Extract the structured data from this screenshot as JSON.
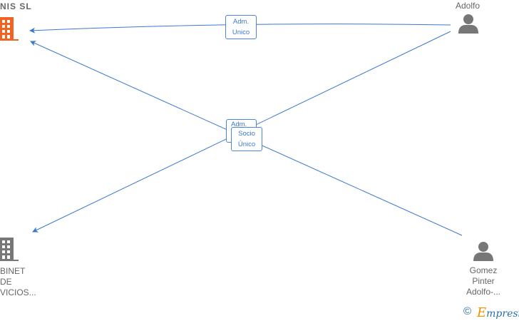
{
  "nodes": {
    "company_top": {
      "label": "NIS  SL",
      "color": "#f26322",
      "icon": "building-icon"
    },
    "company_bottom": {
      "label_lines": [
        "BINET",
        "DE",
        "VICIOS..."
      ],
      "color": "#777777",
      "icon": "building-icon"
    },
    "person_top": {
      "label": "Adolfo",
      "icon": "person-icon"
    },
    "person_bottom": {
      "label_lines": [
        "Gomez",
        "Pinter",
        "Adolfo-..."
      ],
      "icon": "person-icon"
    }
  },
  "edges": [
    {
      "from": "person_top",
      "to": "company_top",
      "label_lines": [
        "Adm.",
        "Unico"
      ]
    },
    {
      "from": "person_top",
      "to": "company_bottom",
      "label_lines": [
        "Adm.",
        ""
      ]
    },
    {
      "from": "person_bottom",
      "to": "company_top",
      "label_lines": [
        "Socio",
        "Único"
      ]
    }
  ],
  "edge_color": "#3b78d0",
  "footer": {
    "copyright": "©",
    "brand_initial": "E",
    "brand_rest": "mpresia"
  }
}
